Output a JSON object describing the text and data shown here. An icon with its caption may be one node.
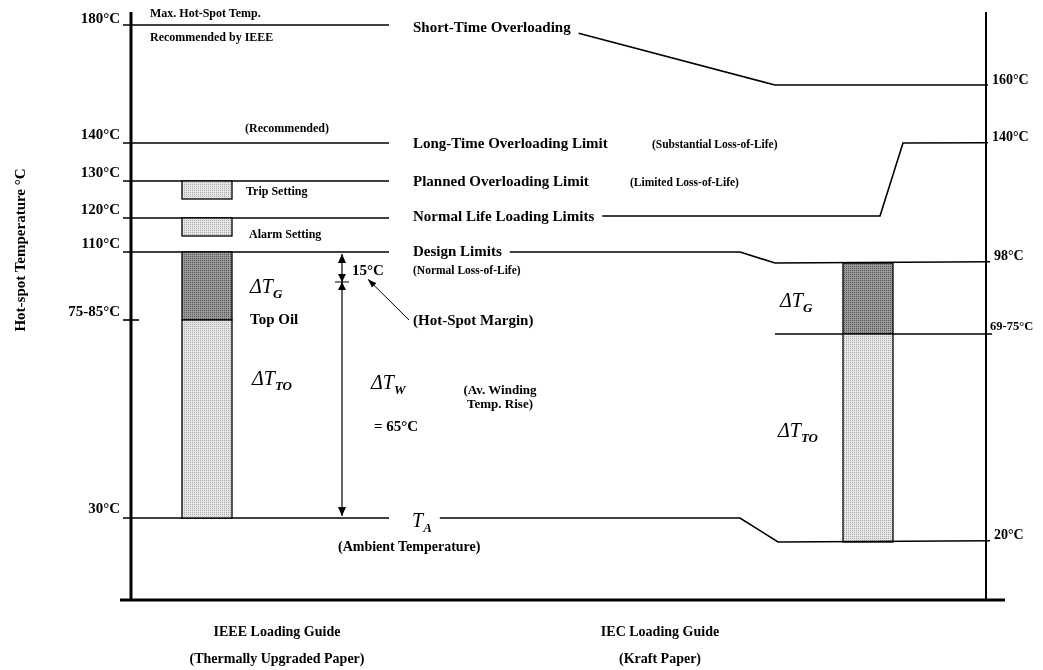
{
  "diagram": {
    "nodes": [
      {
        "text": [
          "Short-Time Overloading"
        ]
      },
      {
        "text": [
          "160°C"
        ]
      },
      {
        "text": [
          "Normal Life Loading Limits"
        ]
      },
      {
        "text": [
          "140°C"
        ]
      },
      {
        "text": [
          "Design Limits"
        ]
      },
      {
        "text": [
          "98°C"
        ]
      },
      {
        "text": [
          "T$_{A}$"
        ]
      },
      {
        "text": [
          "20°C"
        ]
      },
      {
        "text": [
          "15°C"
        ]
      },
      {
        "text": [
          "(Hot-Spot Margin)"
        ]
      }
    ],
    "edges": [
      {
        "from": 0,
        "to": 1,
        "arrow": "none"
      },
      {
        "from": 2,
        "to": 3,
        "arrow": "none"
      },
      {
        "from": 4,
        "to": 5,
        "arrow": "none"
      },
      {
        "from": 6,
        "to": 7,
        "arrow": "none"
      },
      {
        "from": 9,
        "to": 8,
        "arrow": "to"
      }
    ],
    "labels": [
      "Hot-spot Temperature °C",
      "180°C",
      "Max. Hot-Spot Temp.",
      "Recommended by IEEE",
      "140°C",
      "(Recommended)",
      "Long-Time Overloading Limit",
      "(Substantial Loss-of-Life)",
      "130°C",
      "Trip Setting",
      "Planned Overloading Limit",
      "(Limited Loss-of-Life)",
      "120°C",
      "Alarm Setting",
      "110°C",
      "(Normal Loss-of-Life)",
      "ΔT$_{G}$",
      "75-85°C",
      "Top Oil",
      "ΔT$_{G}$",
      "69-75°C",
      "ΔT$_{TO}$",
      "ΔT$_{W}$",
      "(Av. Winding Temp. Rise)",
      "= 65°C",
      "ΔT$_{TO}$",
      "30°C",
      "(Ambient Temperature)",
      "IEEE Loading Guide",
      "(Thermally Upgraded Paper)",
      "IEC Loading Guide",
      "(Kraft Paper)"
    ]
  }
}
